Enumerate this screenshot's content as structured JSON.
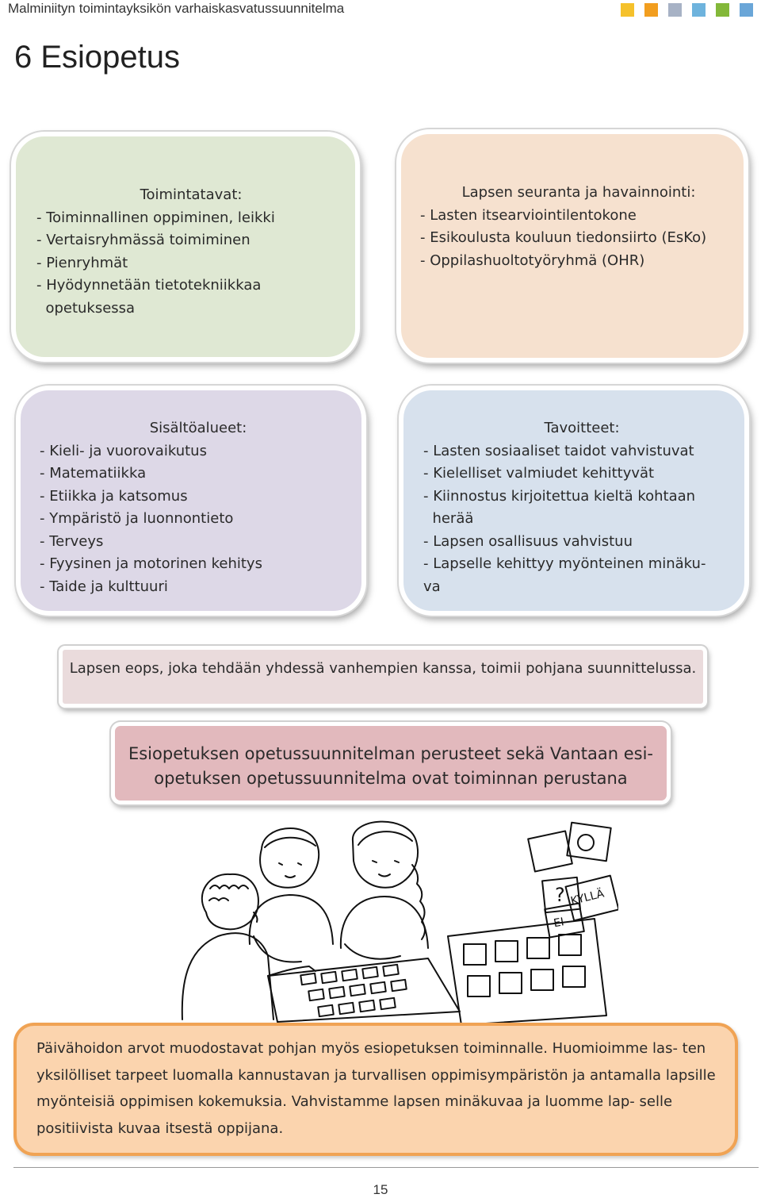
{
  "header": {
    "title": "Malminiityn toimintayksikön varhaiskasvatussuunnitelma",
    "square_colors": [
      "#f5c12b",
      "#f29e1f",
      "#a7b2c5",
      "#6eb3dd",
      "#83b839",
      "#6aa6d8"
    ]
  },
  "page_title": "6 Esiopetus",
  "boxes": {
    "toimintatavat": {
      "heading": "Toimintatavat:",
      "lines": [
        "- Toiminnallinen oppiminen, leikki",
        "- Vertaisryhmässä toimiminen",
        "- Pienryhmät",
        "- Hyödynnetään tietotekniikkaa",
        "  opetuksessa"
      ],
      "color": "#dfe8d3"
    },
    "seuranta": {
      "heading": "Lapsen seuranta ja havainnointi:",
      "lines": [
        "- Lasten itsearviointilentokone",
        "- Esikoulusta kouluun tiedonsiirto (EsKo)",
        "- Oppilashuoltotyöryhmä (OHR)"
      ],
      "color": "#f6e1cf"
    },
    "sisalto": {
      "heading": "Sisältöalueet:",
      "lines": [
        "- Kieli- ja vuorovaikutus",
        "- Matematiikka",
        "- Etiikka ja katsomus",
        "- Ympäristö ja luonnontieto",
        "- Terveys",
        "- Fyysinen ja motorinen kehitys",
        "- Taide ja kulttuuri"
      ],
      "color": "#ddd8e7"
    },
    "tavoitteet": {
      "heading": "Tavoitteet:",
      "lines": [
        "- Lasten sosiaaliset taidot vahvistuvat",
        "- Kielelliset valmiudet kehittyvät",
        "- Kiinnostus kirjoitettua kieltä kohtaan",
        "  herää",
        "- Lapsen osallisuus vahvistuu",
        "- Lapselle kehittyy myönteinen minäku-",
        "va"
      ],
      "color": "#d7e1ed"
    }
  },
  "banners": {
    "eops": [
      "Lapsen eops, joka tehdään yhdessä vanhempien kanssa,",
      "toimii pohjana suunnittelussa."
    ],
    "perusteet": [
      "Esiopetuksen opetussuunnitelman perusteet sekä Vantaan esi-",
      "opetuksen opetussuunnitelma ovat toiminnan perustana"
    ]
  },
  "illustration": {
    "card_labels": [
      "KYLLÄ",
      "EI",
      "?"
    ]
  },
  "values_box": {
    "lines": [
      "Päivähoidon arvot muodostavat pohjan myös esiopetuksen toiminnalle. Huomioimme las-",
      "ten yksilölliset tarpeet luomalla kannustavan ja turvallisen oppimisympäristön ja antamalla",
      "lapsille myönteisiä oppimisen kokemuksia. Vahvistamme lapsen minäkuvaa ja luomme lap-",
      "selle positiivista kuvaa itsestä oppijana."
    ]
  },
  "footer": {
    "page_number": "15"
  }
}
